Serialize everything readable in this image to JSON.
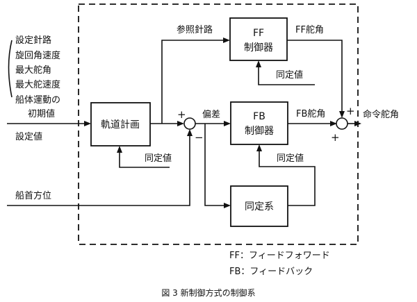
{
  "diagram": {
    "inputs_label_lines": [
      "設定針路",
      "旋回角速度",
      "最大舵角",
      "最大舵速度",
      "船体運動の",
      "初期値"
    ],
    "setting_value": "設定値",
    "ship_heading": "船首方位",
    "blocks": {
      "trajectory_planning": "軌道計画",
      "ff_controller": [
        "FF",
        "制御器"
      ],
      "fb_controller": [
        "FB",
        "制御器"
      ],
      "identification_system": "同定系"
    },
    "signals": {
      "reference_course": "参照針路",
      "ff_rudder_angle": "FF舵角",
      "fb_rudder_angle": "FB舵角",
      "deviation": "偏差",
      "command_rudder_angle": "命令舵角",
      "identified_value_ff": "同定値",
      "identified_value_traj": "同定値",
      "identified_value_fb": "同定値"
    },
    "signs": {
      "sum1_plus": "+",
      "sum1_minus": "−",
      "sum2_plus_top": "+",
      "sum2_plus_bottom": "+"
    },
    "legend": [
      "FF：フィードフォワード",
      "FB：フィードバック"
    ],
    "caption": "図 3 新制御方式の制御系"
  }
}
